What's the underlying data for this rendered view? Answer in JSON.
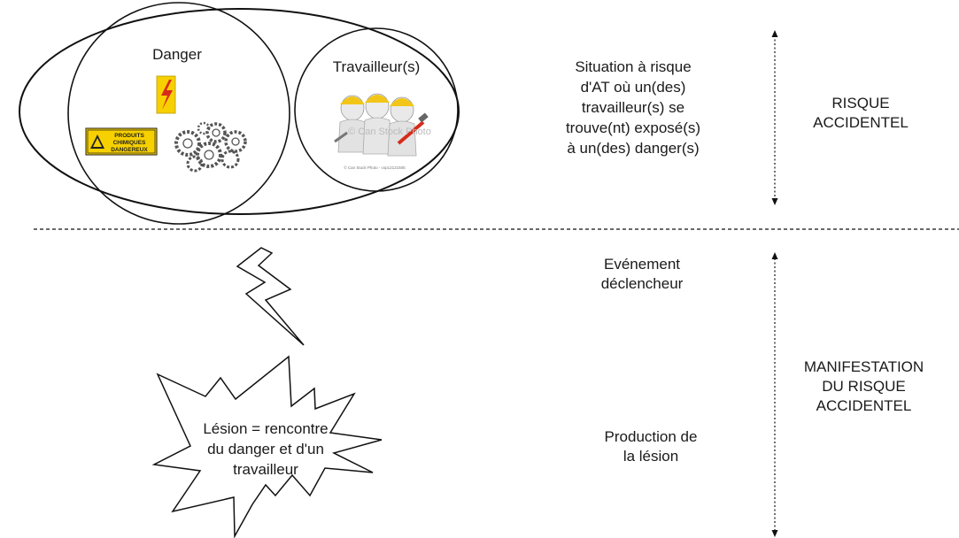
{
  "top": {
    "danger_label": "Danger",
    "worker_label": "Travailleur(s)",
    "hazard_sign_lines": [
      "PRODUITS",
      "CHIMIQUES",
      "DANGEREUX"
    ],
    "watermark": "© Can Stock Photo",
    "watermark_caption": "© Can Stock Photo - csp12121505",
    "situation_lines": [
      "Situation à risque",
      "d'AT où un(des)",
      "travailleur(s) se",
      "trouve(nt) exposé(s)",
      "à un(des) danger(s)"
    ],
    "risk_label_lines": [
      "RISQUE",
      "ACCIDENTEL"
    ]
  },
  "bottom": {
    "event_lines": [
      "Evénement",
      "déclencheur"
    ],
    "injury_lines": [
      "Lésion = rencontre",
      "du danger et d'un",
      "travailleur"
    ],
    "production_lines": [
      "Production de",
      "la lésion"
    ],
    "manifest_lines": [
      "MANIFESTATION",
      "DU RISQUE",
      "ACCIDENTEL"
    ]
  },
  "colors": {
    "line": "#111111",
    "helmet": "#f2c618",
    "warning_yellow": "#f7d000",
    "bolt_red": "#d72a1a"
  }
}
